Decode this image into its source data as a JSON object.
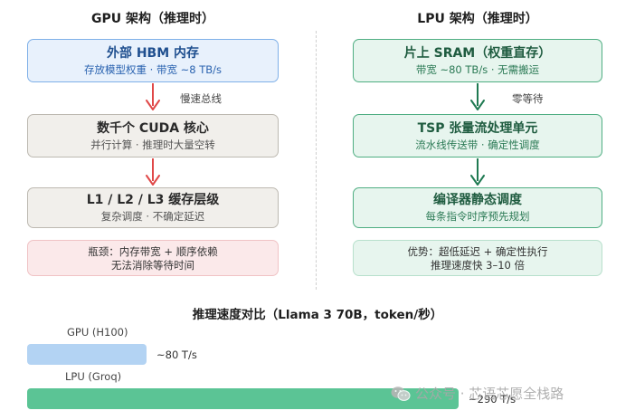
{
  "gpu": {
    "title": "GPU 架构（推理时）",
    "box1_title": "外部 HBM 内存",
    "box1_sub": "存放模型权重 · 带宽 ~8 TB/s",
    "arrow1_label": "慢速总线",
    "box2_title": "数千个 CUDA 核心",
    "box2_sub": "并行计算 · 推理时大量空转",
    "box3_title": "L1 / L2 / L3 缓存层级",
    "box3_sub": "复杂调度 · 不确定延迟",
    "note_line1": "瓶颈：内存带宽 + 顺序依赖",
    "note_line2": "无法消除等待时间"
  },
  "lpu": {
    "title": "LPU 架构（推理时）",
    "box1_title": "片上 SRAM（权重直存）",
    "box1_sub": "带宽 ~80 TB/s · 无需搬运",
    "arrow1_label": "零等待",
    "box2_title": "TSP 张量流处理单元",
    "box2_sub": "流水线传送带 · 确定性调度",
    "box3_title": "编译器静态调度",
    "box3_sub": "每条指令时序预先规划",
    "note_line1": "优势：超低延迟 + 确定性执行",
    "note_line2": "推理速度快 3–10 倍"
  },
  "colors": {
    "gpu_arrow": "#e04848",
    "lpu_arrow": "#1f7a52",
    "gpu_bar": "#b3d3f3",
    "lpu_bar": "#5bc495"
  },
  "chart_data": {
    "type": "bar",
    "orientation": "horizontal",
    "title": "推理速度对比（Llama 3 70B，token/秒）",
    "categories": [
      "GPU (H100)",
      "LPU (Groq)"
    ],
    "values": [
      80,
      290
    ],
    "value_labels": [
      "~80 T/s",
      "~290 T/s"
    ],
    "xlim": [
      0,
      290
    ],
    "grid": false
  },
  "watermark": {
    "text": "公众号 · 芯语芯愿全栈路",
    "icon": "wechat-icon"
  }
}
